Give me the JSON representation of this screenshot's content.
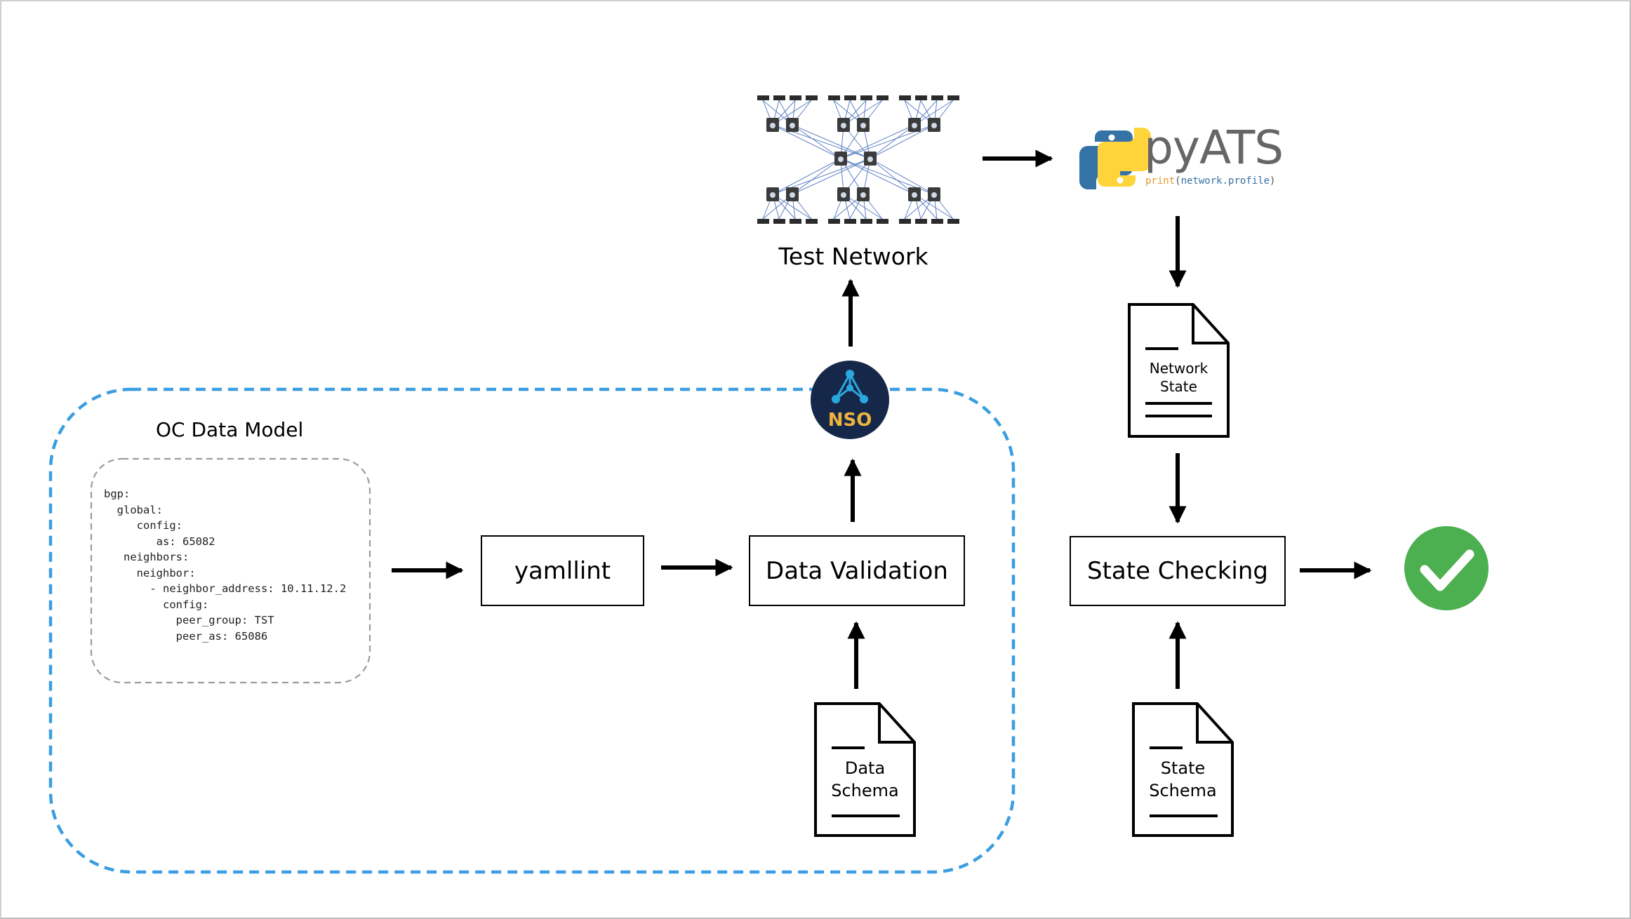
{
  "diagram": {
    "colors": {
      "stroke": "#000000",
      "dashed_region": "#3a9ee0",
      "nso_bg": "#16284a",
      "nso_text": "#f0b43c",
      "nso_accent": "#29a8e0",
      "check_green": "#4caf50",
      "python_blue": "#3572a5",
      "python_yellow": "#ffd43b",
      "pyats_text": "#666666",
      "pyats_tag_print": "#e39a2e",
      "pyats_tag_args": "#3572a5"
    },
    "oc_data_model": {
      "title": "OC Data Model",
      "code_lines": [
        "bgp:",
        "  global:",
        "     config:",
        "        as: 65082",
        "   neighbors:",
        "     neighbor:",
        "       - neighbor_address: 10.11.12.2",
        "         config:",
        "           peer_group: TST",
        "           peer_as: 65086"
      ]
    },
    "steps": {
      "yamllint": "yamllint",
      "data_validation": "Data Validation",
      "state_checking": "State Checking"
    },
    "documents": {
      "data_schema": {
        "line1": "Data",
        "line2": "Schema"
      },
      "state_schema": {
        "line1": "State",
        "line2": "Schema"
      },
      "network_state": {
        "line1": "Network",
        "line2": "State"
      }
    },
    "nso_logo": {
      "text": "NSO"
    },
    "test_network": {
      "label": "Test Network"
    },
    "pyats": {
      "wordmark": "pyATS",
      "tag_print": "print",
      "tag_open": "(",
      "tag_args": "network.profile",
      "tag_close": ")"
    },
    "result": {
      "icon": "checkmark-icon"
    }
  }
}
